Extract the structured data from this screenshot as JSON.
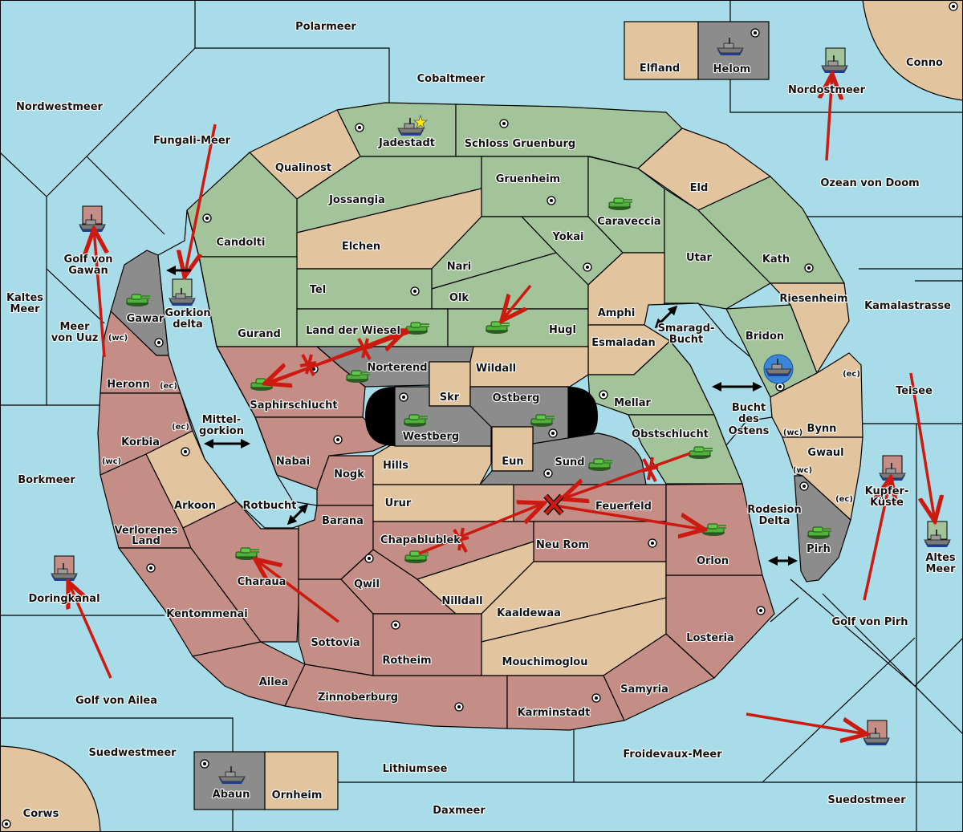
{
  "colors": {
    "sea": "#a8dce8",
    "power_green": "#a3c49a",
    "neutral_tan": "#e2c59e",
    "power_red": "#c48d86",
    "power_grey": "#8c8c8c",
    "order_arrow": "#cc1a10",
    "highlight_circle": "#3a86d8",
    "star": "#ffea00"
  },
  "labels": {
    "polarmeer": "Polarmeer",
    "cobaltmeer": "Cobaltmeer",
    "nordwestmeer": "Nordwestmeer",
    "fungali": "Fungali-Meer",
    "golf_gawan_1": "Golf von",
    "golf_gawan_2": "Gawan",
    "kaltes_1": "Kaltes",
    "kaltes_2": "Meer",
    "uuz_1": "Meer",
    "uuz_2": "von Uuz",
    "borkmeer": "Borkmeer",
    "doringkanal": "Doringkanal",
    "golf_ailea": "Golf von Ailea",
    "suedwestmeer": "Suedwestmeer",
    "corws": "Corws",
    "abaun": "Abaun",
    "ornheim": "Ornheim",
    "lithiumsee": "Lithiumsee",
    "daxmeer": "Daxmeer",
    "froidevaux": "Froidevaux-Meer",
    "suedostmeer": "Suedostmeer",
    "golf_pirh": "Golf von Pirh",
    "altes_1": "Altes",
    "altes_2": "Meer",
    "kupfer_1": "Kupfer-",
    "kupfer_2": "Küste",
    "teisee": "Teisee",
    "kamalastrasse": "Kamalastrasse",
    "ozean_doom": "Ozean von Doom",
    "nordostmeer": "Nordostmeer",
    "conno": "Conno",
    "elfland": "Elfland",
    "helom": "Helom",
    "jadestadt": "Jadestadt",
    "schloss": "Schloss Gruenburg",
    "qualinost": "Qualinost",
    "jossangia": "Jossangia",
    "gruenheim": "Gruenheim",
    "caraveccia": "Caraveccia",
    "eld": "Eld",
    "candolti": "Candolti",
    "elchen": "Elchen",
    "yokai": "Yokai",
    "nari": "Nari",
    "olk": "Olk",
    "tel": "Tel",
    "utar": "Utar",
    "kath": "Kath",
    "gurand": "Gurand",
    "land_wiesel": "Land der Wiesel",
    "hugl": "Hugl",
    "amphi": "Amphi",
    "esmaladan": "Esmaladan",
    "smaragd_1": "Smaragd-",
    "smaragd_2": "Bucht",
    "riesenheim": "Riesenheim",
    "bridon": "Bridon",
    "gawar": "Gawar",
    "gorkion_1": "Gorkion",
    "gorkion_2": "delta",
    "heronn": "Heronn",
    "korbia": "Korbia",
    "mittel_1": "Mittel-",
    "mittel_2": "gorkion",
    "saphirschlucht": "Saphirschlucht",
    "norterend": "Norterend",
    "wildall": "Wildall",
    "skr": "Skr",
    "ostberg": "Ostberg",
    "westberg": "Westberg",
    "mellar": "Mellar",
    "bucht_ostens_1": "Bucht",
    "bucht_ostens_2": "des",
    "bucht_ostens_3": "Ostens",
    "bynn": "Bynn",
    "gwaul": "Gwaul",
    "obstschlucht": "Obstschlucht",
    "nabai": "Nabai",
    "hills": "Hills",
    "eun": "Eun",
    "sund": "Sund",
    "arkoon": "Arkoon",
    "nogk": "Nogk",
    "rotbucht": "Rotbucht",
    "urur": "Urur",
    "feuerfeld": "Feuerfeld",
    "rodesion_1": "Rodesion",
    "rodesion_2": "Delta",
    "barana": "Barana",
    "verlorenes_1": "Verlorenes",
    "verlorenes_2": "Land",
    "chapablublek": "Chapablublek",
    "neu_rom": "Neu Rom",
    "orlon": "Orlon",
    "pirh": "Pirh",
    "charaua": "Charaua",
    "qwil": "Qwil",
    "nilldall": "Nilldall",
    "kentommenai": "Kentommenai",
    "kaaldewaa": "Kaaldewaa",
    "losteria": "Losteria",
    "sottovia": "Sottovia",
    "rotheim": "Rotheim",
    "mouchimoglou": "Mouchimoglou",
    "ailea": "Ailea",
    "zinnoberburg": "Zinnoberburg",
    "samyria": "Samyria",
    "karminstadt": "Karminstadt"
  },
  "coast_tags": {
    "wc": "(wc)",
    "ec": "(ec)"
  },
  "units": [
    {
      "type": "fleet",
      "province": "Jadestadt",
      "owner": "green"
    },
    {
      "type": "fleet",
      "province": "Helom",
      "owner": "grey"
    },
    {
      "type": "fleet",
      "province": "Nordostmeer",
      "owner": "green"
    },
    {
      "type": "fleet",
      "province": "Golf von Gawan",
      "owner": "red"
    },
    {
      "type": "fleet",
      "province": "Gorkion delta",
      "owner": "green"
    },
    {
      "type": "fleet",
      "province": "Bridon",
      "owner": "green"
    },
    {
      "type": "fleet",
      "province": "Kupfer-Küste",
      "owner": "red"
    },
    {
      "type": "fleet",
      "province": "Altes Meer",
      "owner": "green"
    },
    {
      "type": "fleet",
      "province": "Doringkanal",
      "owner": "red"
    },
    {
      "type": "fleet",
      "province": "Abaun",
      "owner": "grey"
    },
    {
      "type": "fleet",
      "province": "Suedostmeer",
      "owner": "red"
    },
    {
      "type": "army",
      "province": "Caraveccia",
      "owner": "green"
    },
    {
      "type": "army",
      "province": "Gawar",
      "owner": "green"
    },
    {
      "type": "army",
      "province": "Land der Wiesel",
      "owner": "green"
    },
    {
      "type": "army",
      "province": "Hugl",
      "owner": "green"
    },
    {
      "type": "army",
      "province": "Saphirschlucht",
      "owner": "green"
    },
    {
      "type": "army",
      "province": "Norterend",
      "owner": "green"
    },
    {
      "type": "army",
      "province": "Westberg",
      "owner": "green"
    },
    {
      "type": "army",
      "province": "Ostberg",
      "owner": "green"
    },
    {
      "type": "army",
      "province": "Sund",
      "owner": "green"
    },
    {
      "type": "army",
      "province": "Obstschlucht",
      "owner": "green"
    },
    {
      "type": "army",
      "province": "Orlon",
      "owner": "green"
    },
    {
      "type": "army",
      "province": "Pirh",
      "owner": "green"
    },
    {
      "type": "army",
      "province": "Chapablublek",
      "owner": "green"
    },
    {
      "type": "army",
      "province": "Charaua",
      "owner": "green"
    }
  ]
}
